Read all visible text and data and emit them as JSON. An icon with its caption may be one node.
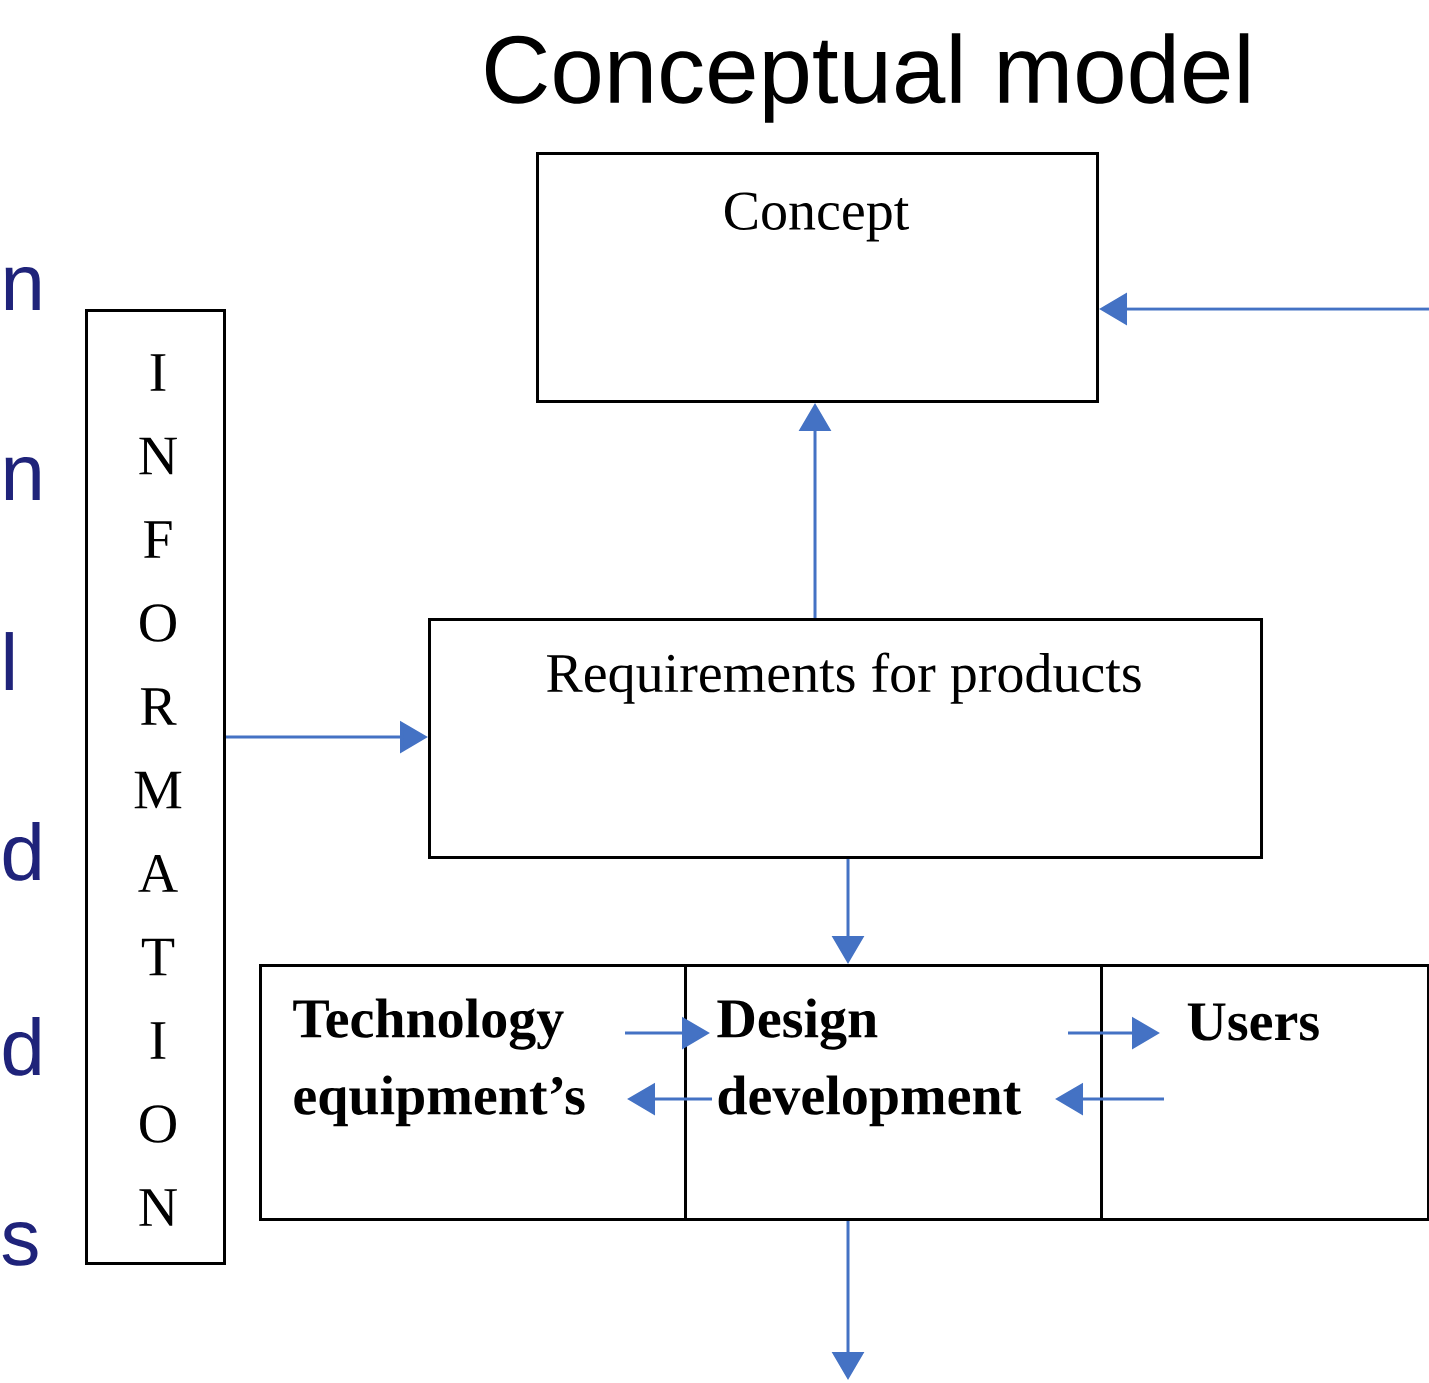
{
  "diagram": {
    "title": "Conceptual model",
    "nodes": [
      {
        "text": [
          "Concept"
        ]
      },
      {
        "text": [
          "INFORMATION"
        ]
      },
      {
        "text": [
          "Requirements for products"
        ]
      },
      {
        "text": [
          "Technology equipment’s"
        ]
      },
      {
        "text": [
          "Design development"
        ]
      },
      {
        "text": [
          "Users"
        ]
      }
    ],
    "edges": [
      {
        "from": 1,
        "to": 2,
        "arrow": "to"
      },
      {
        "from": 2,
        "to": 0,
        "arrow": "to"
      },
      {
        "from": 2,
        "to": 4,
        "arrow": "to"
      },
      {
        "from": 3,
        "to": 4,
        "arrow": "to"
      },
      {
        "from": 4,
        "to": 3,
        "arrow": "to"
      },
      {
        "from": 4,
        "to": 5,
        "arrow": "to"
      },
      {
        "from": 5,
        "to": 4,
        "arrow": "to"
      },
      {
        "from": null,
        "to": 0,
        "arrow": "to"
      },
      {
        "from": 4,
        "to": null,
        "arrow": "to"
      }
    ],
    "labels": [
      "n",
      "n",
      "l",
      "d",
      "d",
      "s"
    ]
  }
}
